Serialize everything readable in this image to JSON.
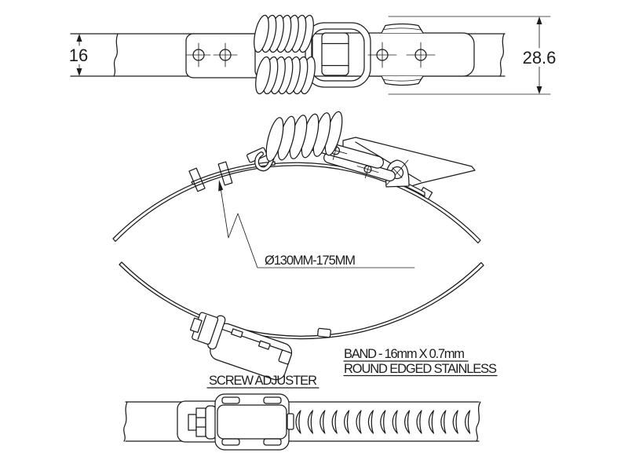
{
  "colors": {
    "background": "#ffffff",
    "ink": "#1c1c1c"
  },
  "top_view": {
    "band_width_dim": "16",
    "assembly_height_dim": "28.6"
  },
  "main_view": {
    "diameter_range_label": "Ø130MM-175MM"
  },
  "notes": {
    "band_spec_line1": "BAND - 16mm X 0.7mm",
    "band_spec_line2": "ROUND EDGED STAINLESS",
    "screw_adjuster_label": "SCREW ADJUSTER"
  }
}
